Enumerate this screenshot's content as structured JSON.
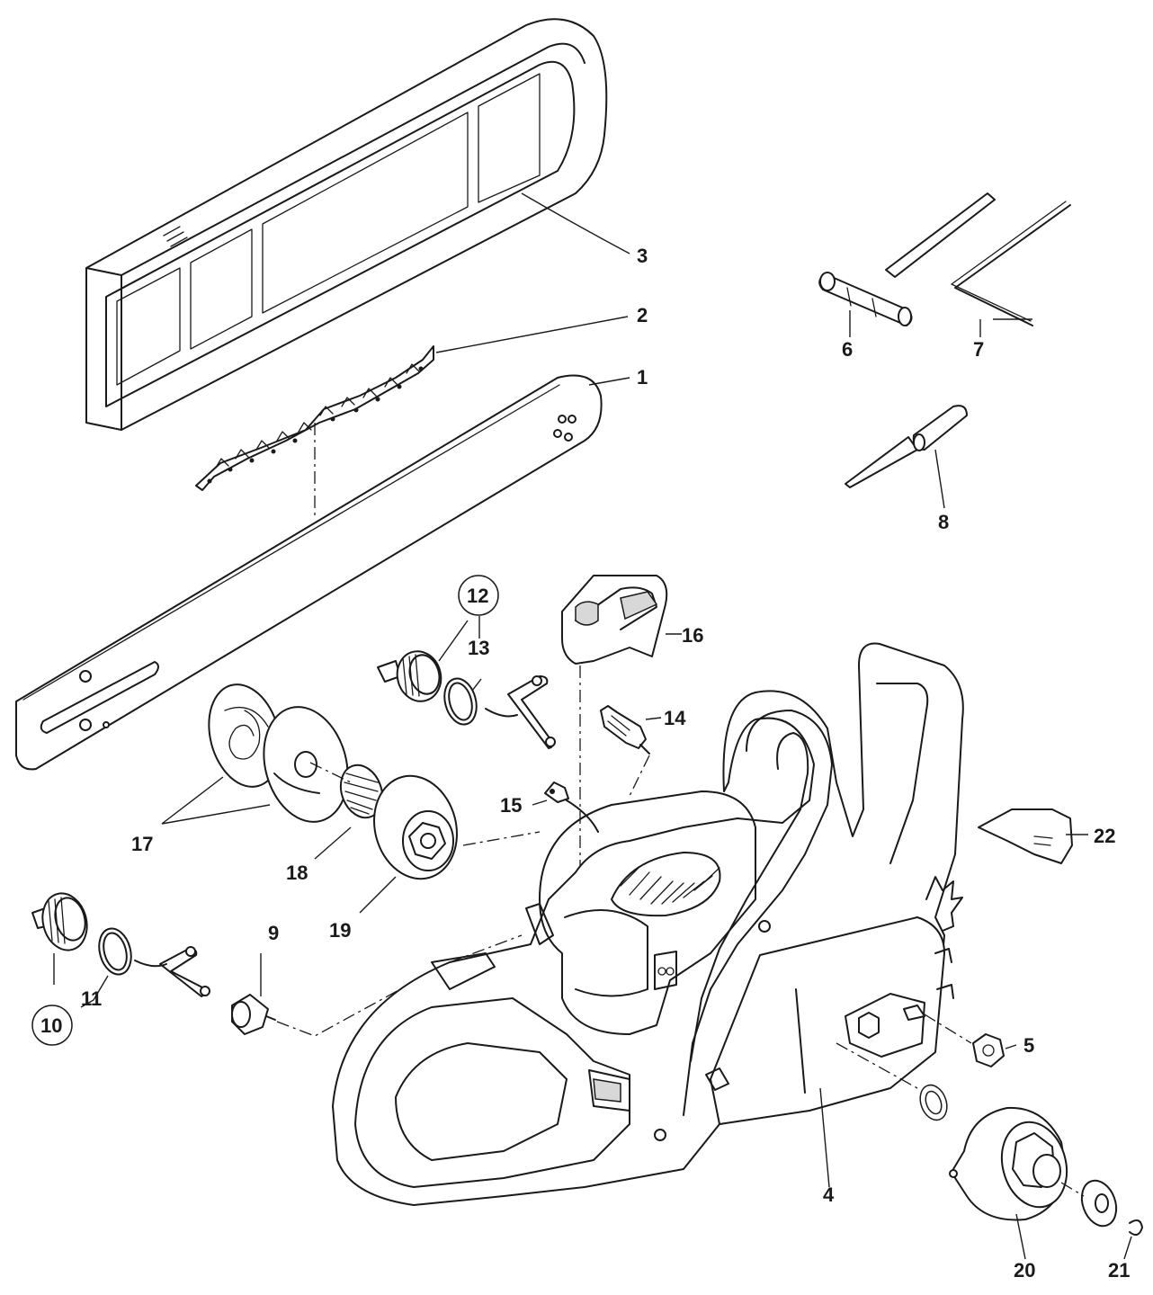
{
  "diagram": {
    "type": "exploded-parts-view",
    "callouts": [
      {
        "id": "c1",
        "label": "1",
        "part": "guide-bar",
        "circled": false
      },
      {
        "id": "c2",
        "label": "2",
        "part": "saw-chain",
        "circled": false
      },
      {
        "id": "c3",
        "label": "3",
        "part": "bar-cover",
        "circled": false
      },
      {
        "id": "c4",
        "label": "4",
        "part": "chain-sprocket-cover",
        "circled": false
      },
      {
        "id": "c5",
        "label": "5",
        "part": "bar-nut",
        "circled": false
      },
      {
        "id": "c6",
        "label": "6",
        "part": "combination-spanner",
        "circled": false
      },
      {
        "id": "c7",
        "label": "7",
        "part": "hex-key",
        "circled": false
      },
      {
        "id": "c8",
        "label": "8",
        "part": "screwdriver",
        "circled": false
      },
      {
        "id": "c9",
        "label": "9",
        "part": "fuel-filter",
        "circled": false
      },
      {
        "id": "c10",
        "label": "10",
        "part": "fuel-cap",
        "circled": true
      },
      {
        "id": "c11",
        "label": "11",
        "part": "fuel-cap-o-ring",
        "circled": false
      },
      {
        "id": "c12",
        "label": "12",
        "part": "oil-cap",
        "circled": true
      },
      {
        "id": "c13",
        "label": "13",
        "part": "oil-cap-o-ring",
        "circled": false
      },
      {
        "id": "c14",
        "label": "14",
        "part": "spark-plug",
        "circled": false
      },
      {
        "id": "c15",
        "label": "15",
        "part": "grommet",
        "circled": false
      },
      {
        "id": "c16",
        "label": "16",
        "part": "top-cover",
        "circled": false
      },
      {
        "id": "c17",
        "label": "17",
        "part": "starter-pulley-and-spring",
        "circled": false
      },
      {
        "id": "c18",
        "label": "18",
        "part": "starter-spring",
        "circled": false
      },
      {
        "id": "c19",
        "label": "19",
        "part": "starter-housing",
        "circled": false
      },
      {
        "id": "c20",
        "label": "20",
        "part": "clutch-drum-sprocket",
        "circled": false
      },
      {
        "id": "c21",
        "label": "21",
        "part": "e-clip",
        "circled": false
      },
      {
        "id": "c22",
        "label": "22",
        "part": "chain-catcher",
        "circled": false
      }
    ],
    "line_color": "#1a1a1a",
    "background": "#ffffff"
  }
}
